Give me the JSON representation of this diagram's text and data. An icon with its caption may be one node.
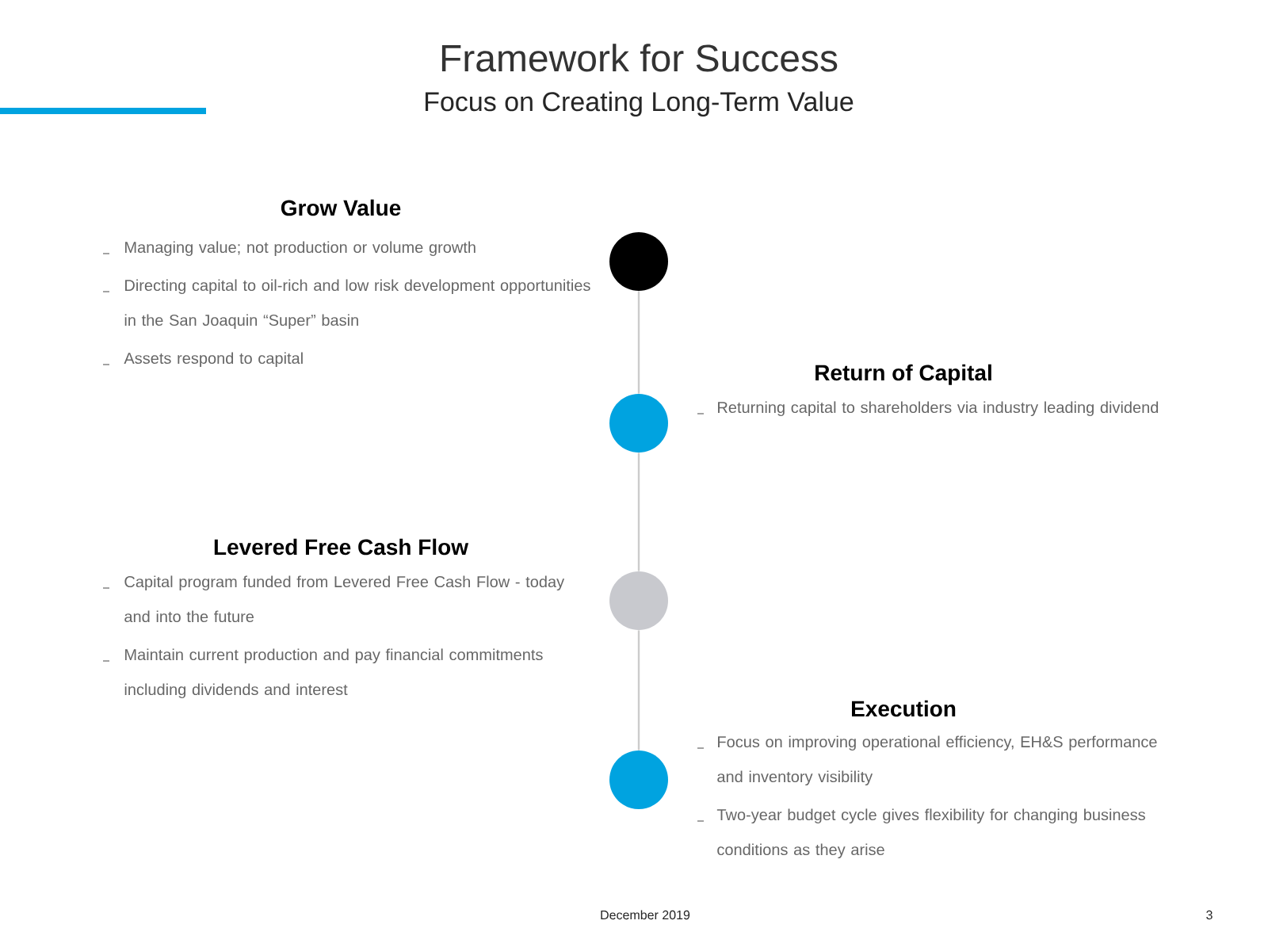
{
  "diagram": {
    "title": "Framework for Success",
    "nodes": [
      {
        "text": [],
        "shape": "circle",
        "beside": [
          "Grow Value",
          "Managing value; not production or volume growth",
          "Directing capital to oil-rich and low risk development opportunities in the San Joaquin “Super” basin",
          "Assets respond to capital"
        ]
      },
      {
        "text": [],
        "shape": "circle",
        "beside": [
          "Return of Capital",
          "Returning capital to shareholders via industry leading dividend"
        ]
      },
      {
        "text": [],
        "shape": "circle",
        "beside": [
          "Levered Free Cash Flow",
          "Capital program funded from Levered Free Cash Flow - today and into the future",
          "Maintain current production and pay financial commitments including dividends and interest"
        ]
      },
      {
        "text": [],
        "shape": "circle",
        "beside": [
          "Execution",
          "Focus on improving operational efficiency, EH&S performance and inventory visibility",
          "Two-year budget cycle gives flexibility for changing business conditions as they arise"
        ]
      }
    ],
    "edges": [
      {
        "from": 0,
        "to": 1,
        "arrow": "none"
      },
      {
        "from": 1,
        "to": 2,
        "arrow": "none"
      },
      {
        "from": 2,
        "to": 3,
        "arrow": "none"
      }
    ],
    "labels": [
      "Focus on Creating Long-Term Value",
      "December 2019",
      "3"
    ]
  }
}
